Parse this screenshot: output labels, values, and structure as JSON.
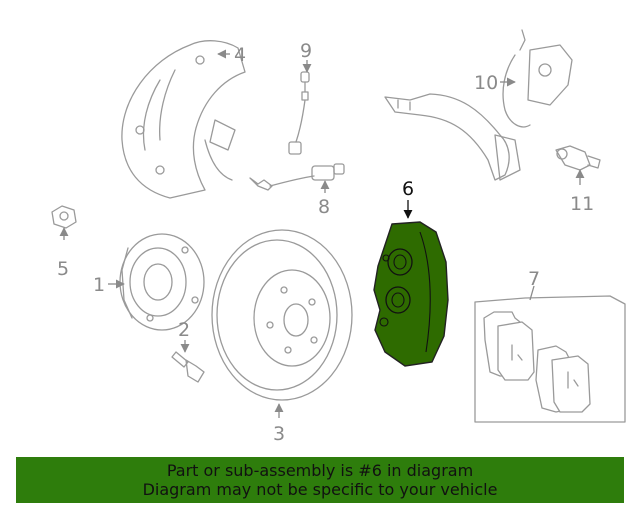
{
  "callouts": {
    "c1": "1",
    "c2": "2",
    "c3": "3",
    "c4": "4",
    "c5": "5",
    "c6": "6",
    "c7": "7",
    "c8": "8",
    "c9": "9",
    "c10": "10",
    "c11": "11"
  },
  "highlighted_part": "6",
  "highlight_color": "#2e6b00",
  "banner": {
    "line1": "Part or sub-assembly is #6 in diagram",
    "line2": "Diagram may not be specific to your vehicle",
    "background": "#2e7d0c"
  }
}
